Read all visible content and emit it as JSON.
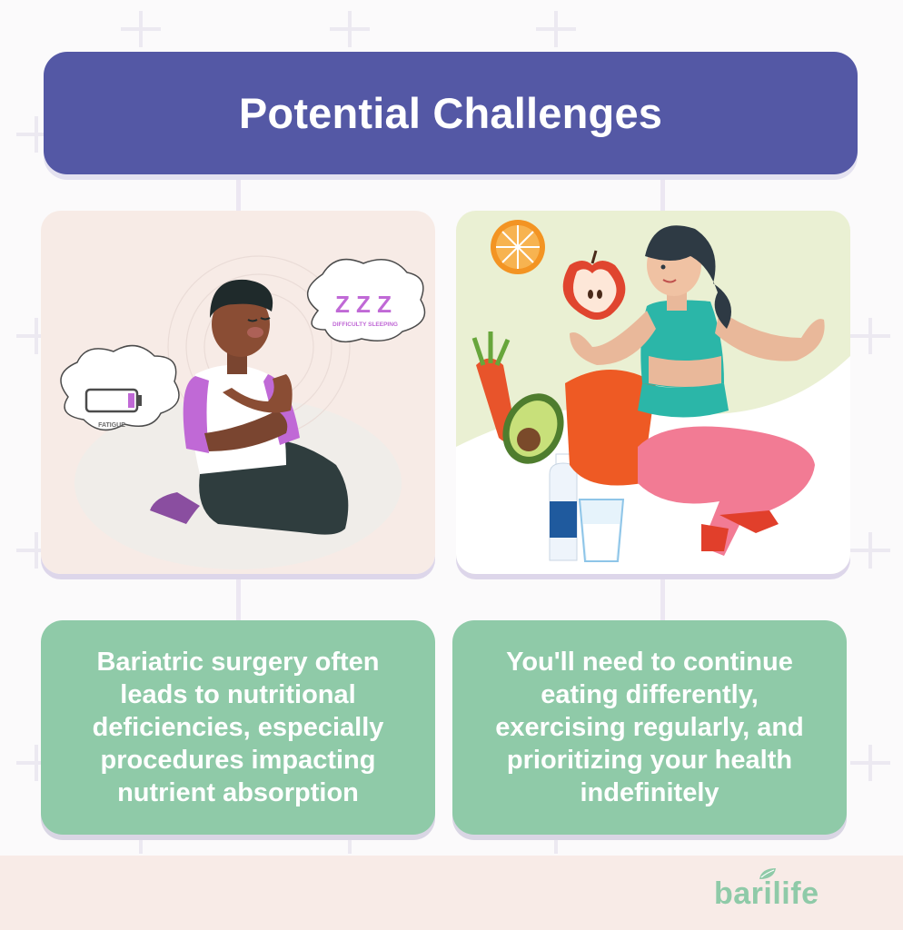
{
  "header": {
    "title": "Potential Challenges"
  },
  "left_panel": {
    "illustration": "person-kneeling-tired",
    "bubble_fatigue": "FATIGUE",
    "bubble_sleep_zzz": "Z Z Z",
    "bubble_sleep_label": "DIFFICULTY SLEEPING",
    "battery_level": 0.2,
    "card_text": "Bariatric surgery often leads to nutritional deficiencies, especially procedures impacting nutrient absorption"
  },
  "right_panel": {
    "illustration": "woman-with-healthy-foods",
    "card_text": "You'll need to continue eating differently, exercising regularly, and prioritizing your health indefinitely"
  },
  "brand": {
    "logo_text": "barilife",
    "logo_icon": "leaf-icon"
  },
  "colors": {
    "header_bg": "#5458a5",
    "card_bg": "#8fcaa8",
    "left_panel_bg": "#f7ebe6",
    "right_panel_bg": "#eaf0d3",
    "footer_bg": "#f8ebe7",
    "accent_purple": "#c069d6"
  }
}
